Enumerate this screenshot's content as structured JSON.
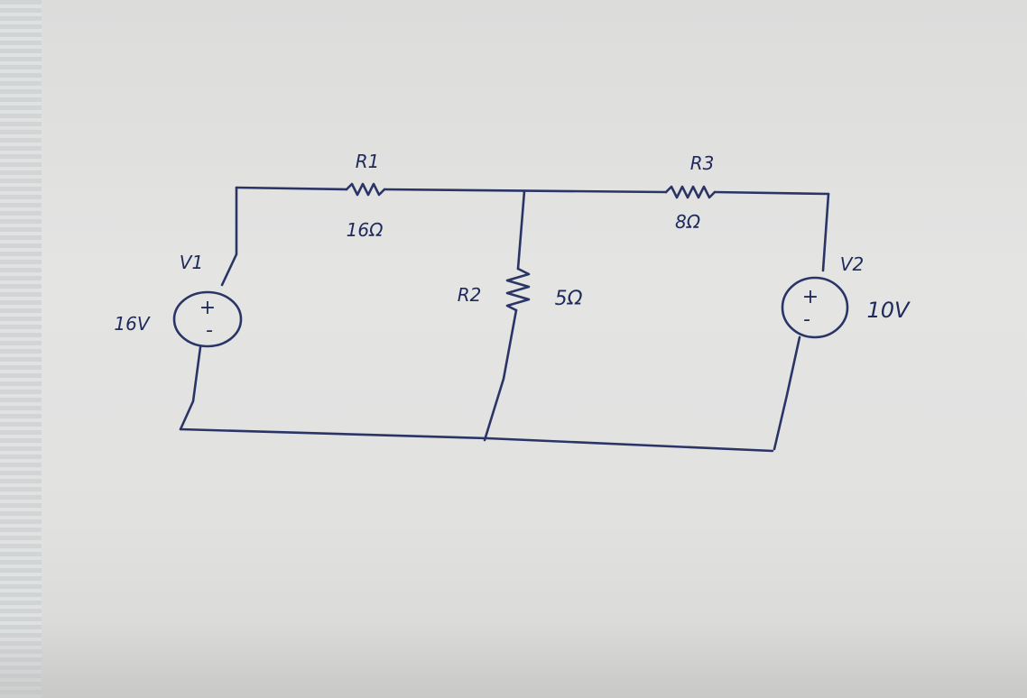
{
  "diagram": {
    "colors": {
      "ink": "#2a3566",
      "paper": "#e2e2e1"
    },
    "components": {
      "v1": {
        "name": "V1",
        "value": "16V",
        "plus": "+",
        "minus": "-"
      },
      "v2": {
        "name": "V2",
        "value": "10V",
        "plus": "+",
        "minus": "-"
      },
      "r1": {
        "name": "R1",
        "value": "16Ω"
      },
      "r2": {
        "name": "R2",
        "value": "5Ω"
      },
      "r3": {
        "name": "R3",
        "value": "8Ω"
      }
    }
  }
}
